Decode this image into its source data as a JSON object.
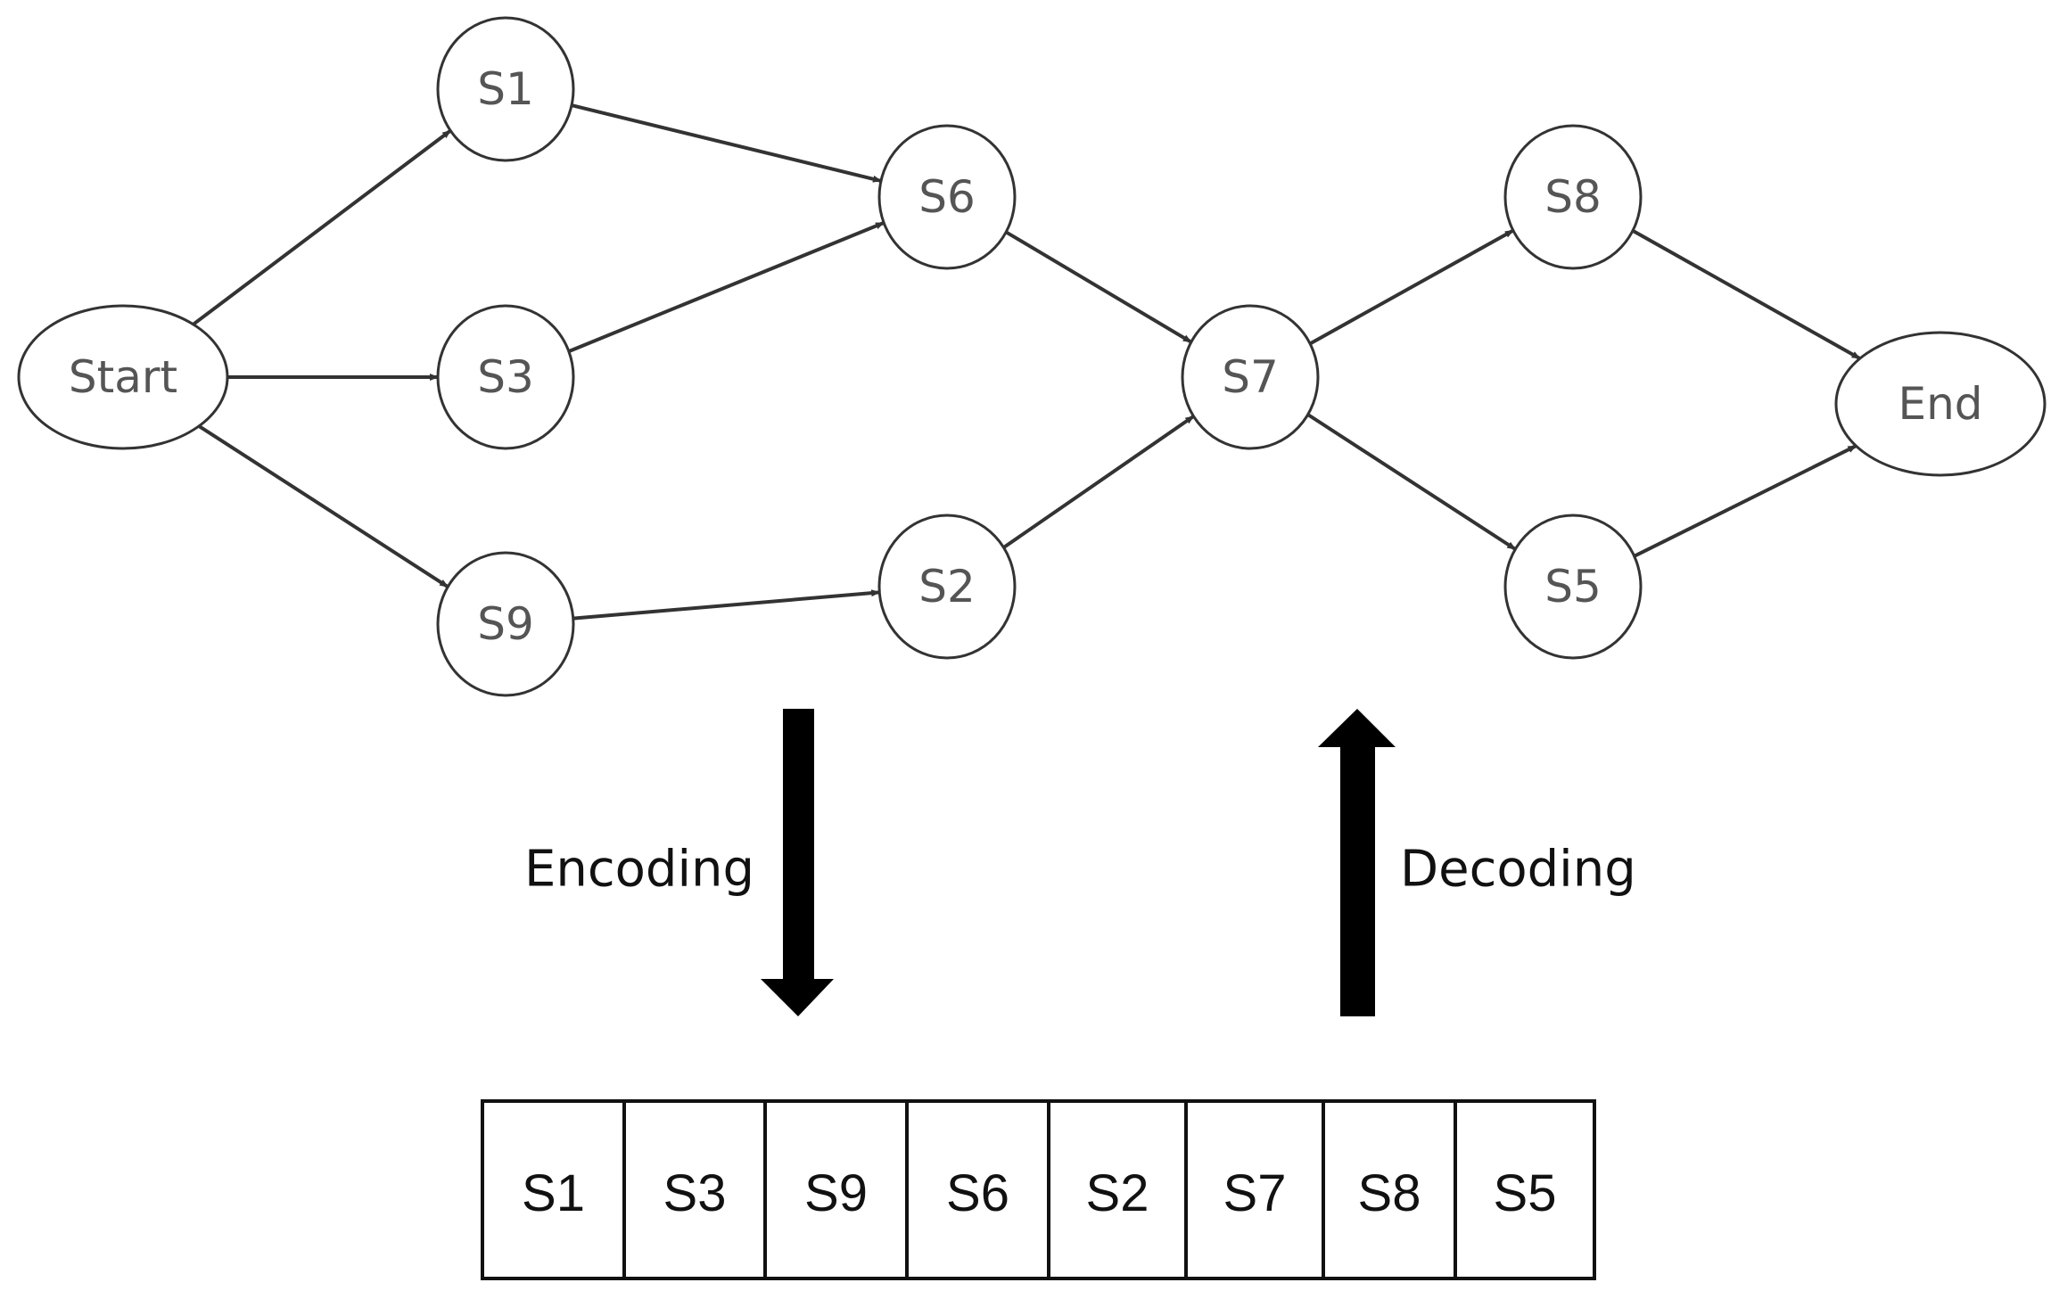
{
  "graph": {
    "nodes": [
      {
        "id": "Start",
        "label": "Start",
        "shape": "ellipse"
      },
      {
        "id": "S1",
        "label": "S1",
        "shape": "circle"
      },
      {
        "id": "S3",
        "label": "S3",
        "shape": "circle"
      },
      {
        "id": "S9",
        "label": "S9",
        "shape": "circle"
      },
      {
        "id": "S6",
        "label": "S6",
        "shape": "circle"
      },
      {
        "id": "S2",
        "label": "S2",
        "shape": "circle"
      },
      {
        "id": "S7",
        "label": "S7",
        "shape": "circle"
      },
      {
        "id": "S8",
        "label": "S8",
        "shape": "circle"
      },
      {
        "id": "S5",
        "label": "S5",
        "shape": "circle"
      },
      {
        "id": "End",
        "label": "End",
        "shape": "ellipse"
      }
    ],
    "edges": [
      {
        "from": "Start",
        "to": "S1"
      },
      {
        "from": "Start",
        "to": "S3"
      },
      {
        "from": "Start",
        "to": "S9"
      },
      {
        "from": "S1",
        "to": "S6"
      },
      {
        "from": "S3",
        "to": "S6"
      },
      {
        "from": "S9",
        "to": "S2"
      },
      {
        "from": "S6",
        "to": "S7"
      },
      {
        "from": "S2",
        "to": "S7"
      },
      {
        "from": "S7",
        "to": "S8"
      },
      {
        "from": "S7",
        "to": "S5"
      },
      {
        "from": "S8",
        "to": "End"
      },
      {
        "from": "S5",
        "to": "End"
      }
    ]
  },
  "encoding": {
    "label": "Encoding",
    "direction": "down"
  },
  "decoding": {
    "label": "Decoding",
    "direction": "up"
  },
  "sequence": [
    "S1",
    "S3",
    "S9",
    "S6",
    "S2",
    "S7",
    "S8",
    "S5"
  ],
  "colors": {
    "node_stroke": "#333333",
    "node_text": "#555555",
    "edge": "#333333",
    "big_arrow": "#000000"
  }
}
